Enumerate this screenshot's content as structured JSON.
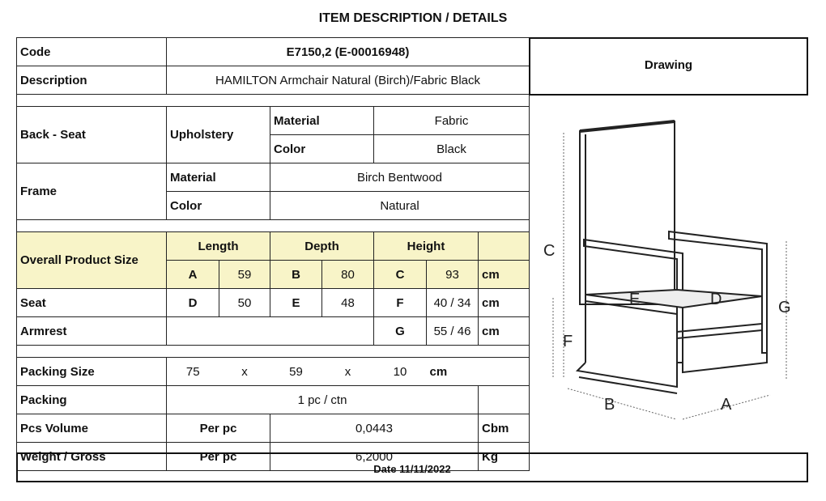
{
  "title": "ITEM DESCRIPTION / DETAILS",
  "drawing_label": "Drawing",
  "code": {
    "label": "Code",
    "value": "E7150,2 (E-00016948)"
  },
  "description": {
    "label": "Description",
    "value": "HAMILTON Armchair Natural (Birch)/Fabric Black"
  },
  "back_seat": {
    "label": "Back - Seat",
    "sub": "Upholstery",
    "material_label": "Material",
    "material": "Fabric",
    "color_label": "Color",
    "color": "Black"
  },
  "frame": {
    "label": "Frame",
    "material_label": "Material",
    "material": "Birch Bentwood",
    "color_label": "Color",
    "color": "Natural"
  },
  "overall": {
    "label": "Overall Product Size",
    "length": "Length",
    "depth": "Depth",
    "height": "Height",
    "a": "A",
    "a_val": "59",
    "b": "B",
    "b_val": "80",
    "c": "C",
    "c_val": "93",
    "unit": "cm"
  },
  "seat": {
    "label": "Seat",
    "d": "D",
    "d_val": "50",
    "e": "E",
    "e_val": "48",
    "f": "F",
    "f_val": "40 / 34",
    "unit": "cm"
  },
  "armrest": {
    "label": "Armrest",
    "g": "G",
    "g_val": "55 / 46",
    "unit": "cm"
  },
  "packing_size": {
    "label": "Packing Size",
    "l": "75",
    "x1": "x",
    "w": "59",
    "x2": "x",
    "h": "10",
    "unit": "cm"
  },
  "packing": {
    "label": "Packing",
    "value": "1 pc / ctn"
  },
  "volume": {
    "label": "Pcs Volume",
    "per": "Per pc",
    "value": "0,0443",
    "unit": "Cbm"
  },
  "weight": {
    "label": "Weight / Gross",
    "per": "Per pc",
    "value": "6,2000",
    "unit": "Kg"
  },
  "date": "Date 11/11/2022",
  "dims": {
    "A": "A",
    "B": "B",
    "C": "C",
    "D": "D",
    "E": "E",
    "F": "F",
    "G": "G"
  }
}
